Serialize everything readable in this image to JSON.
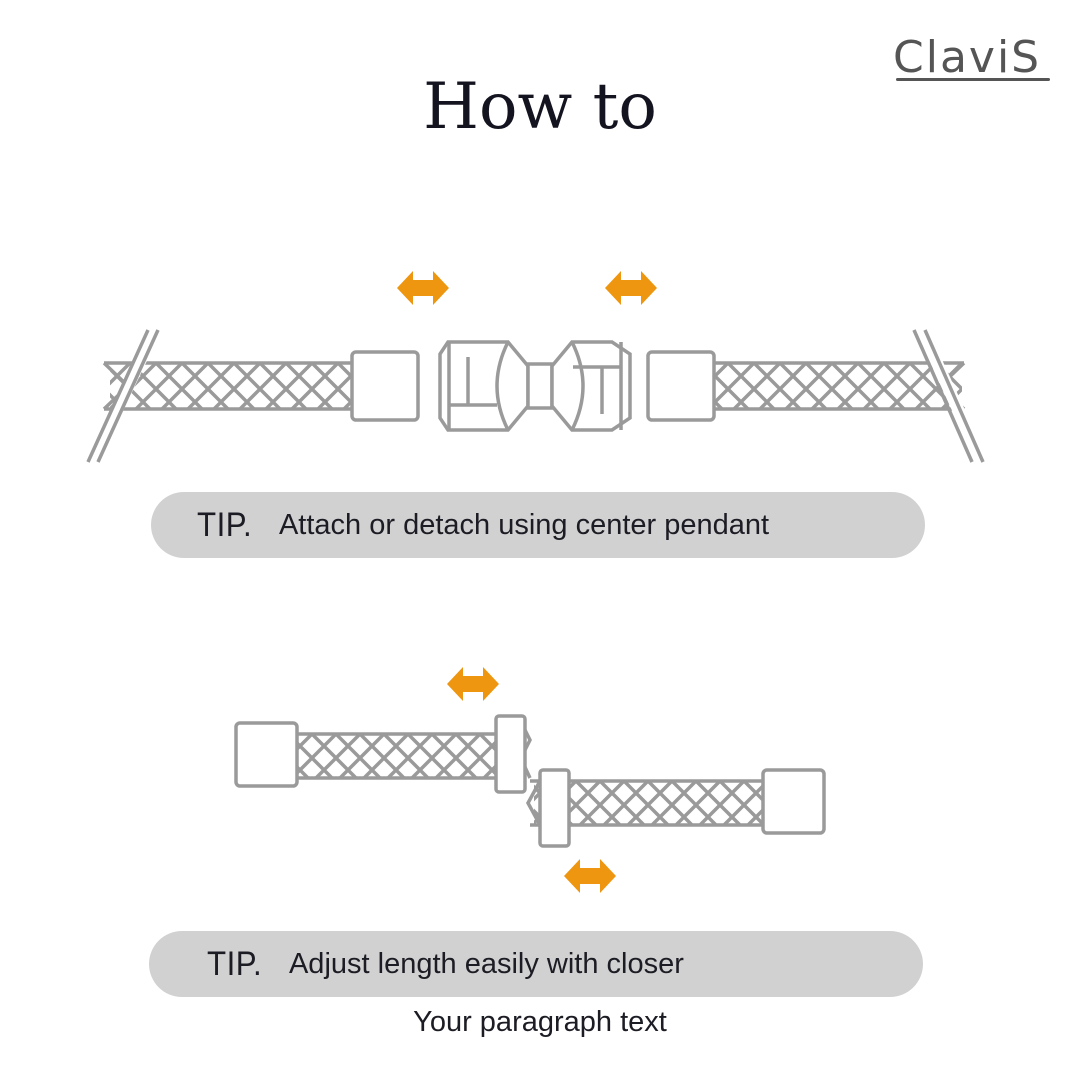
{
  "brand": {
    "logo_text": "ClaviS"
  },
  "header": {
    "title": "How to"
  },
  "sections": [
    {
      "illustration": "bracelet-detach-center-pendant",
      "tip_label": "TIP.",
      "tip_text": "Attach or detach using center pendant"
    },
    {
      "illustration": "bracelet-adjust-length-closer",
      "tip_label": "TIP.",
      "tip_text": "Adjust length easily with closer"
    }
  ],
  "footer": {
    "paragraph": "Your paragraph text"
  },
  "colors": {
    "accent_arrow": "#ef9610",
    "line": "#9a9a9a",
    "pill": "#d1d1d1",
    "text": "#1c1c24"
  }
}
